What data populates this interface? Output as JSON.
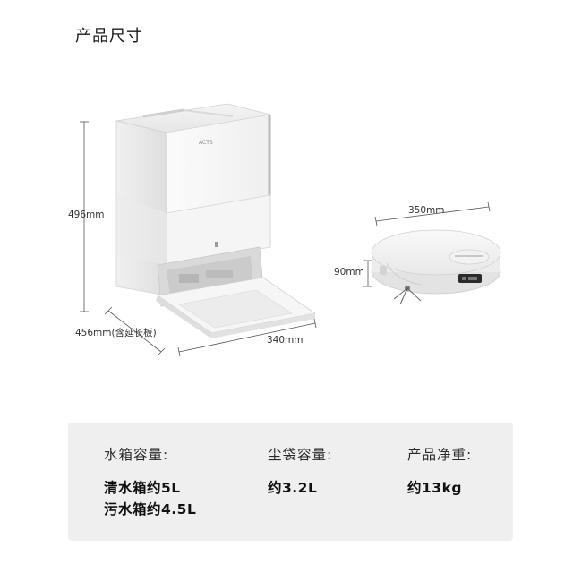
{
  "page": {
    "title": "产品尺寸"
  },
  "brand": {
    "logo_text": "ACTS"
  },
  "dimensions": {
    "station_height": "496mm",
    "station_depth": "456mm(含延长板)",
    "station_width": "340mm",
    "robot_diameter": "350mm",
    "robot_height": "90mm"
  },
  "specs": {
    "water_tank": {
      "label": "水箱容量:",
      "lines": [
        "清水箱约5L",
        "污水箱约4.5L"
      ]
    },
    "dust_bag": {
      "label": "尘袋容量:",
      "value": "约3.2L"
    },
    "net_weight": {
      "label": "产品净重:",
      "value": "约13kg"
    }
  },
  "colors": {
    "background": "#ffffff",
    "panel": "#efefef",
    "product_white": "#f7f7f7",
    "line": "#555555"
  }
}
